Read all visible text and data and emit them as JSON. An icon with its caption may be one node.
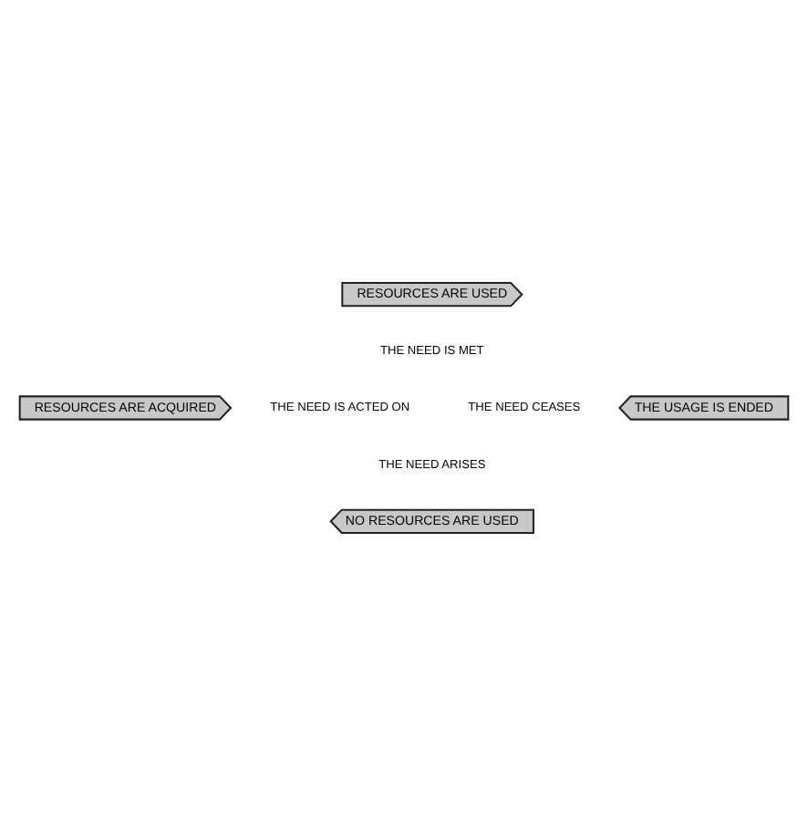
{
  "diagram": {
    "nodes": [
      {
        "text": [
          "RESOURCES ARE USED"
        ]
      },
      {
        "text": [
          "THE USAGE IS ENDED"
        ]
      },
      {
        "text": [
          "NO RESOURCES ARE USED"
        ]
      },
      {
        "text": [
          "RESOURCES ARE ACQUIRED"
        ]
      }
    ],
    "edges": [],
    "labels": [
      "THE NEED IS MET",
      "THE NEED CEASES",
      "THE NEED ARISES",
      "THE NEED IS ACTED ON"
    ]
  }
}
